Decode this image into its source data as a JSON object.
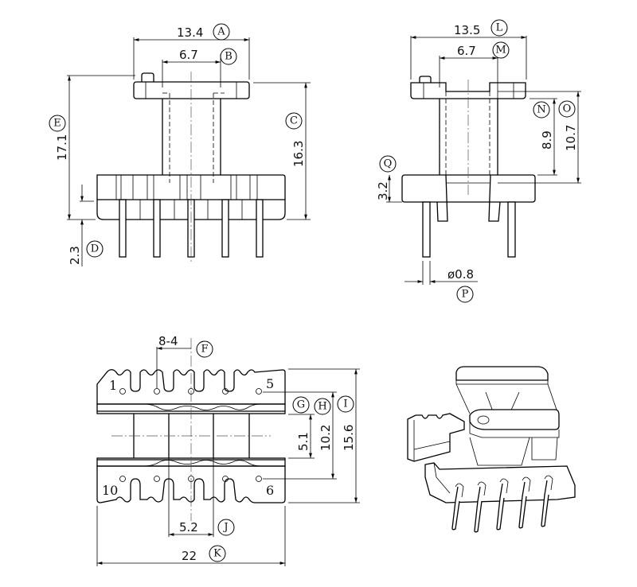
{
  "title": "EE bobbin, 10-pin, dimensional drawing",
  "front_view": {
    "dims": [
      {
        "id": "A",
        "value": "13.4"
      },
      {
        "id": "B",
        "value": "6.7"
      },
      {
        "id": "C",
        "value": "16.3"
      },
      {
        "id": "D",
        "value": "2.3"
      },
      {
        "id": "E",
        "value": "17.1"
      }
    ]
  },
  "side_view": {
    "dims": [
      {
        "id": "L",
        "value": "13.5"
      },
      {
        "id": "M",
        "value": "6.7"
      },
      {
        "id": "N",
        "value": "8.9"
      },
      {
        "id": "O",
        "value": "10.7"
      },
      {
        "id": "P",
        "value": "ø0.8"
      },
      {
        "id": "Q",
        "value": "3.2"
      }
    ]
  },
  "bottom_view": {
    "dims": [
      {
        "id": "F",
        "value": "8-4"
      },
      {
        "id": "G",
        "value": "5.1"
      },
      {
        "id": "H",
        "value": "10.2"
      },
      {
        "id": "I",
        "value": "15.6"
      },
      {
        "id": "J",
        "value": "5.2"
      },
      {
        "id": "K",
        "value": "22"
      }
    ],
    "pin_labels": [
      "1",
      "5",
      "10",
      "6"
    ]
  },
  "iso_view": {
    "label": "isometric-view"
  }
}
